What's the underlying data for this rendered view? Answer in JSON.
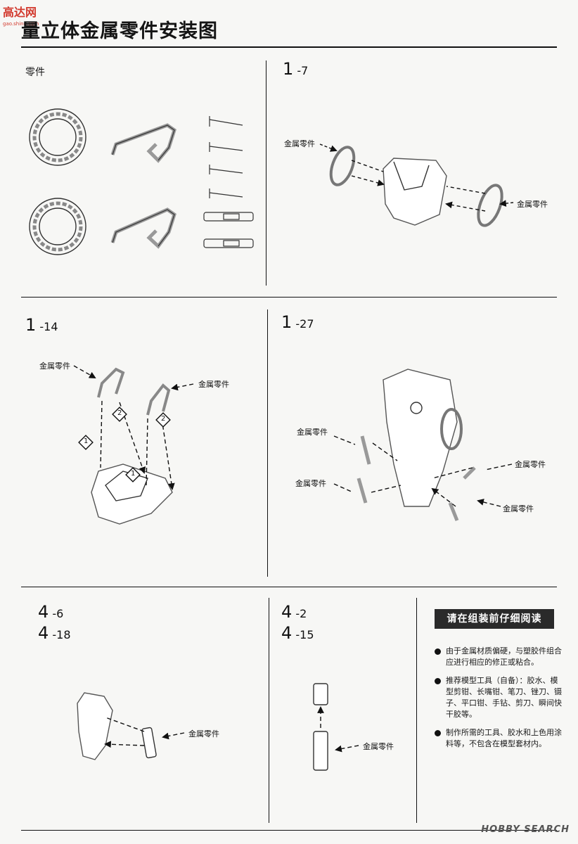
{
  "header": {
    "logo_text": "高达网",
    "logo_url_text": "gao.shing.com",
    "title": "量立体金属零件安装图"
  },
  "sections": {
    "parts": {
      "label": "零件"
    },
    "s1": {
      "step": "1",
      "sub": "-7"
    },
    "s2": {
      "step": "1",
      "sub": "-14"
    },
    "s3": {
      "step": "1",
      "sub": "-27"
    },
    "s4": {
      "step_a": "4",
      "sub_a": "-6",
      "step_b": "4",
      "sub_b": "-18"
    },
    "s5": {
      "step_a": "4",
      "sub_a": "-2",
      "step_b": "4",
      "sub_b": "-15"
    }
  },
  "callout": "金属零件",
  "numbers": {
    "one": "1",
    "two": "2"
  },
  "read_first": {
    "title": "请在组装前仔细阅读",
    "notes": [
      "由于金属材质偏硬，与塑胶件组合应进行相应的修正或粘合。",
      "推荐模型工具（自备）：胶水、模型剪钳、长嘴钳、笔刀、锉刀、镊子、平口钳、手钻、剪刀、瞬间快干胶等。",
      "制作所需的工具、胶水和上色用涂料等，不包含在模型套材内。"
    ]
  },
  "footer": "HOBBY SEARCH"
}
